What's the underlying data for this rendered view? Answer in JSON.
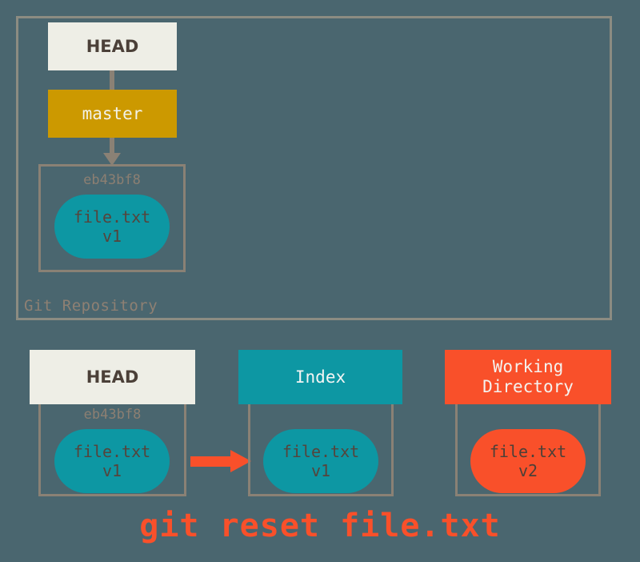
{
  "diagram": {
    "title_caption": "git reset file.txt",
    "background_color": "#4a666f",
    "repository": {
      "label": "Git Repository",
      "head": {
        "label": "HEAD"
      },
      "branch": {
        "label": "master"
      },
      "commit": {
        "sha": "eb43bf8",
        "blob": {
          "file": "file.txt",
          "version": "v1",
          "text": "file.txt\nv1"
        }
      }
    },
    "areas": [
      {
        "name": "head",
        "label": "HEAD",
        "header_color": "#eeeee6",
        "sha": "eb43bf8",
        "blob": {
          "file": "file.txt",
          "version": "v1",
          "text": "file.txt\nv1",
          "color": "#0d97a3"
        }
      },
      {
        "name": "index",
        "label": "Index",
        "header_color": "#0d97a3",
        "sha": "",
        "blob": {
          "file": "file.txt",
          "version": "v1",
          "text": "file.txt\nv1",
          "color": "#0d97a3"
        }
      },
      {
        "name": "working-directory",
        "label": "Working\nDirectory",
        "header_color": "#f9502a",
        "sha": "",
        "blob": {
          "file": "file.txt",
          "version": "v2",
          "text": "file.txt\nv2",
          "color": "#f9502a"
        }
      }
    ],
    "arrow": {
      "from": "head",
      "to": "index",
      "color": "#f9502a"
    }
  }
}
